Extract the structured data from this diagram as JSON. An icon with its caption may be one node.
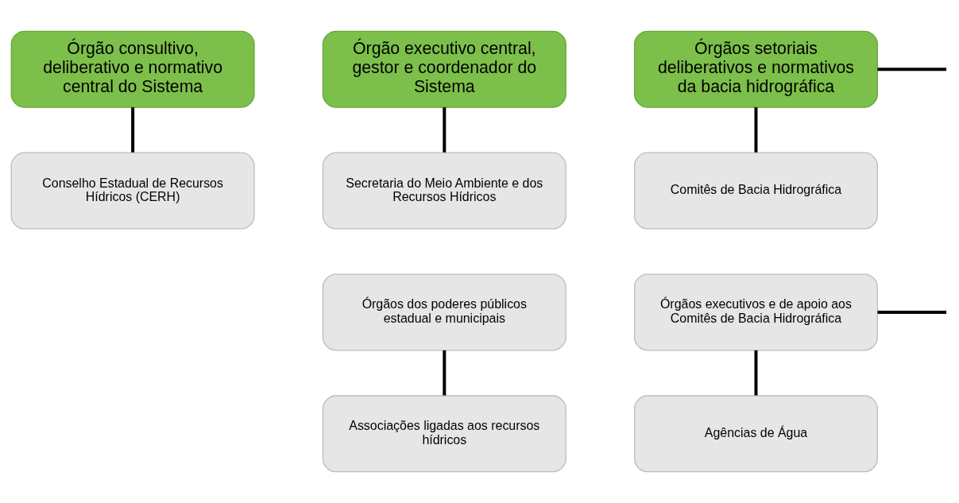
{
  "diagram": {
    "nodes": [
      {
        "text": [
          "Órgão consultivo, deliberativo e normativo central do Sistema"
        ]
      },
      {
        "text": [
          "Conselho Estadual de Recursos Hídricos (CERH)"
        ]
      },
      {
        "text": [
          "Órgão executivo central, gestor e coordenador do Sistema"
        ]
      },
      {
        "text": [
          "Secretaria do Meio Ambiente e dos Recursos Hídricos"
        ]
      },
      {
        "text": [
          "Órgãos setoriais deliberativos e normativos da bacia hidrográfica"
        ]
      },
      {
        "text": [
          "Comitês de Bacia Hidrográfica"
        ]
      },
      {
        "text": [
          "Órgãos dos poderes públicos estadual e municipais"
        ]
      },
      {
        "text": [
          "Associações ligadas aos recursos hídricos"
        ]
      },
      {
        "text": [
          "Órgãos executivos e de apoio aos Comitês de Bacia Hidrográfica"
        ]
      },
      {
        "text": [
          "Agências de Água"
        ]
      }
    ],
    "edges": [
      {
        "from": 0,
        "to": 1,
        "arrow": "none"
      },
      {
        "from": 2,
        "to": 3,
        "arrow": "none"
      },
      {
        "from": 4,
        "to": 5,
        "arrow": "none"
      },
      {
        "from": 4,
        "to": null,
        "arrow": "none"
      },
      {
        "from": 6,
        "to": 7,
        "arrow": "none"
      },
      {
        "from": 8,
        "to": 9,
        "arrow": "none"
      },
      {
        "from": 8,
        "to": null,
        "arrow": "none"
      }
    ]
  }
}
